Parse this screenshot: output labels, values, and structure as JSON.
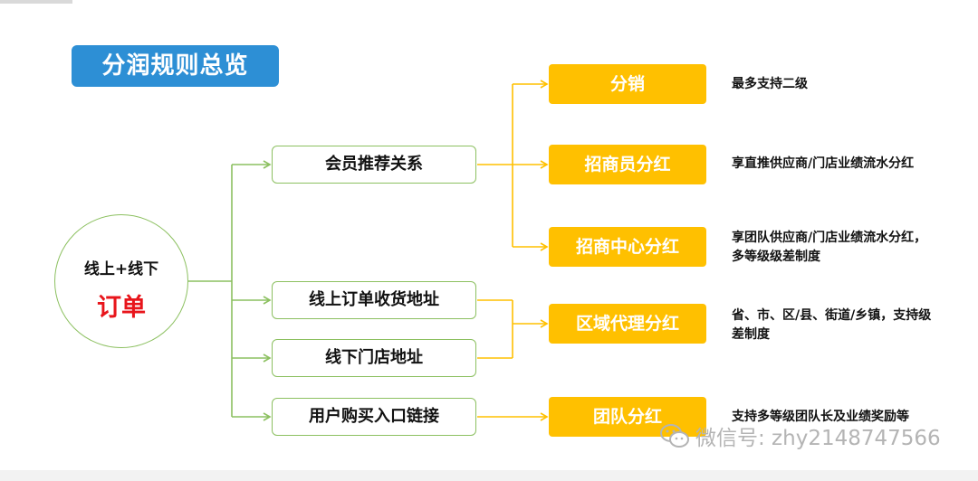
{
  "title": "分润规则总览",
  "root": {
    "line1": "线上+线下",
    "line2": "订单"
  },
  "middle": [
    {
      "label": "会员推荐关系"
    },
    {
      "label": "线上订单收货地址"
    },
    {
      "label": "线下门店地址"
    },
    {
      "label": "用户购买入口链接"
    }
  ],
  "right": [
    {
      "label": "分销",
      "desc": "最多支持二级"
    },
    {
      "label": "招商员分红",
      "desc": "享直推供应商/门店业绩流水分红"
    },
    {
      "label": "招商中心分红",
      "desc": "享团队供应商/门店业绩流水分红，多等级级差制度"
    },
    {
      "label": "区域代理分红",
      "desc": "省、市、区/县、街道/乡镇，支持级差制度"
    },
    {
      "label": "团队分红",
      "desc": "支持多等级团队长及业绩奖励等"
    }
  ],
  "watermark": "微信号: zhy2148747566",
  "colors": {
    "title_bg": "#2d8fd5",
    "green": "#8cc060",
    "yellow": "#ffc000",
    "highlight": "#e8151b"
  }
}
